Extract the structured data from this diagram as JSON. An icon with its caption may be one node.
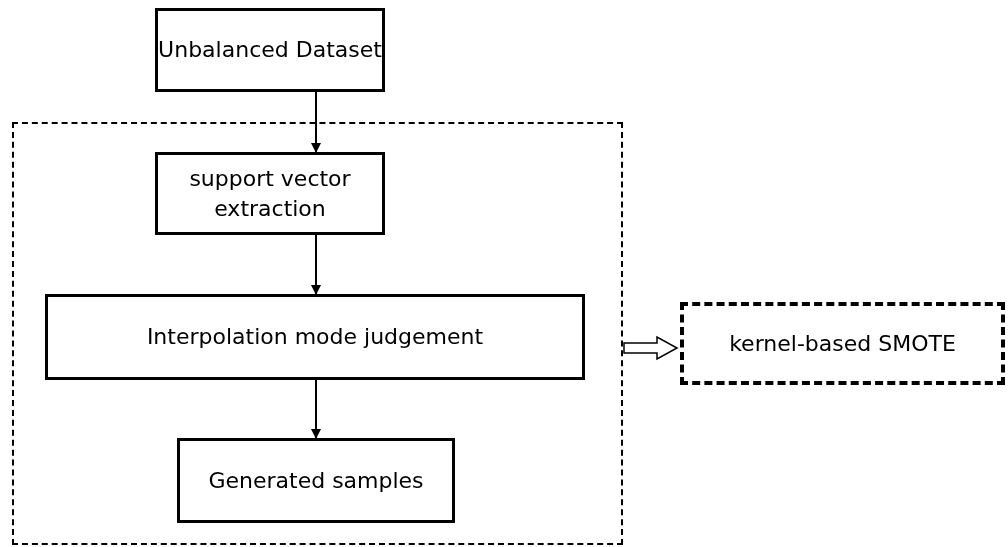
{
  "diagram": {
    "nodes": [
      {
        "text": [
          "Unbalanced Dataset"
        ]
      },
      {
        "text": [],
        "shape": "box"
      },
      {
        "text": [
          "support vector extraction"
        ],
        "in": 1
      },
      {
        "text": [
          "Interpolation mode judgement"
        ],
        "in": 1
      },
      {
        "text": [
          "Generated samples"
        ],
        "in": 1
      },
      {
        "text": [
          "kernel-based SMOTE"
        ]
      }
    ],
    "edges": [
      {
        "from": 0,
        "to": 2,
        "arrow": "to"
      },
      {
        "from": 2,
        "to": 3,
        "arrow": "to"
      },
      {
        "from": 3,
        "to": 4,
        "arrow": "to"
      },
      {
        "from": 1,
        "to": 5,
        "arrow": "to",
        "style": "thick"
      }
    ]
  }
}
